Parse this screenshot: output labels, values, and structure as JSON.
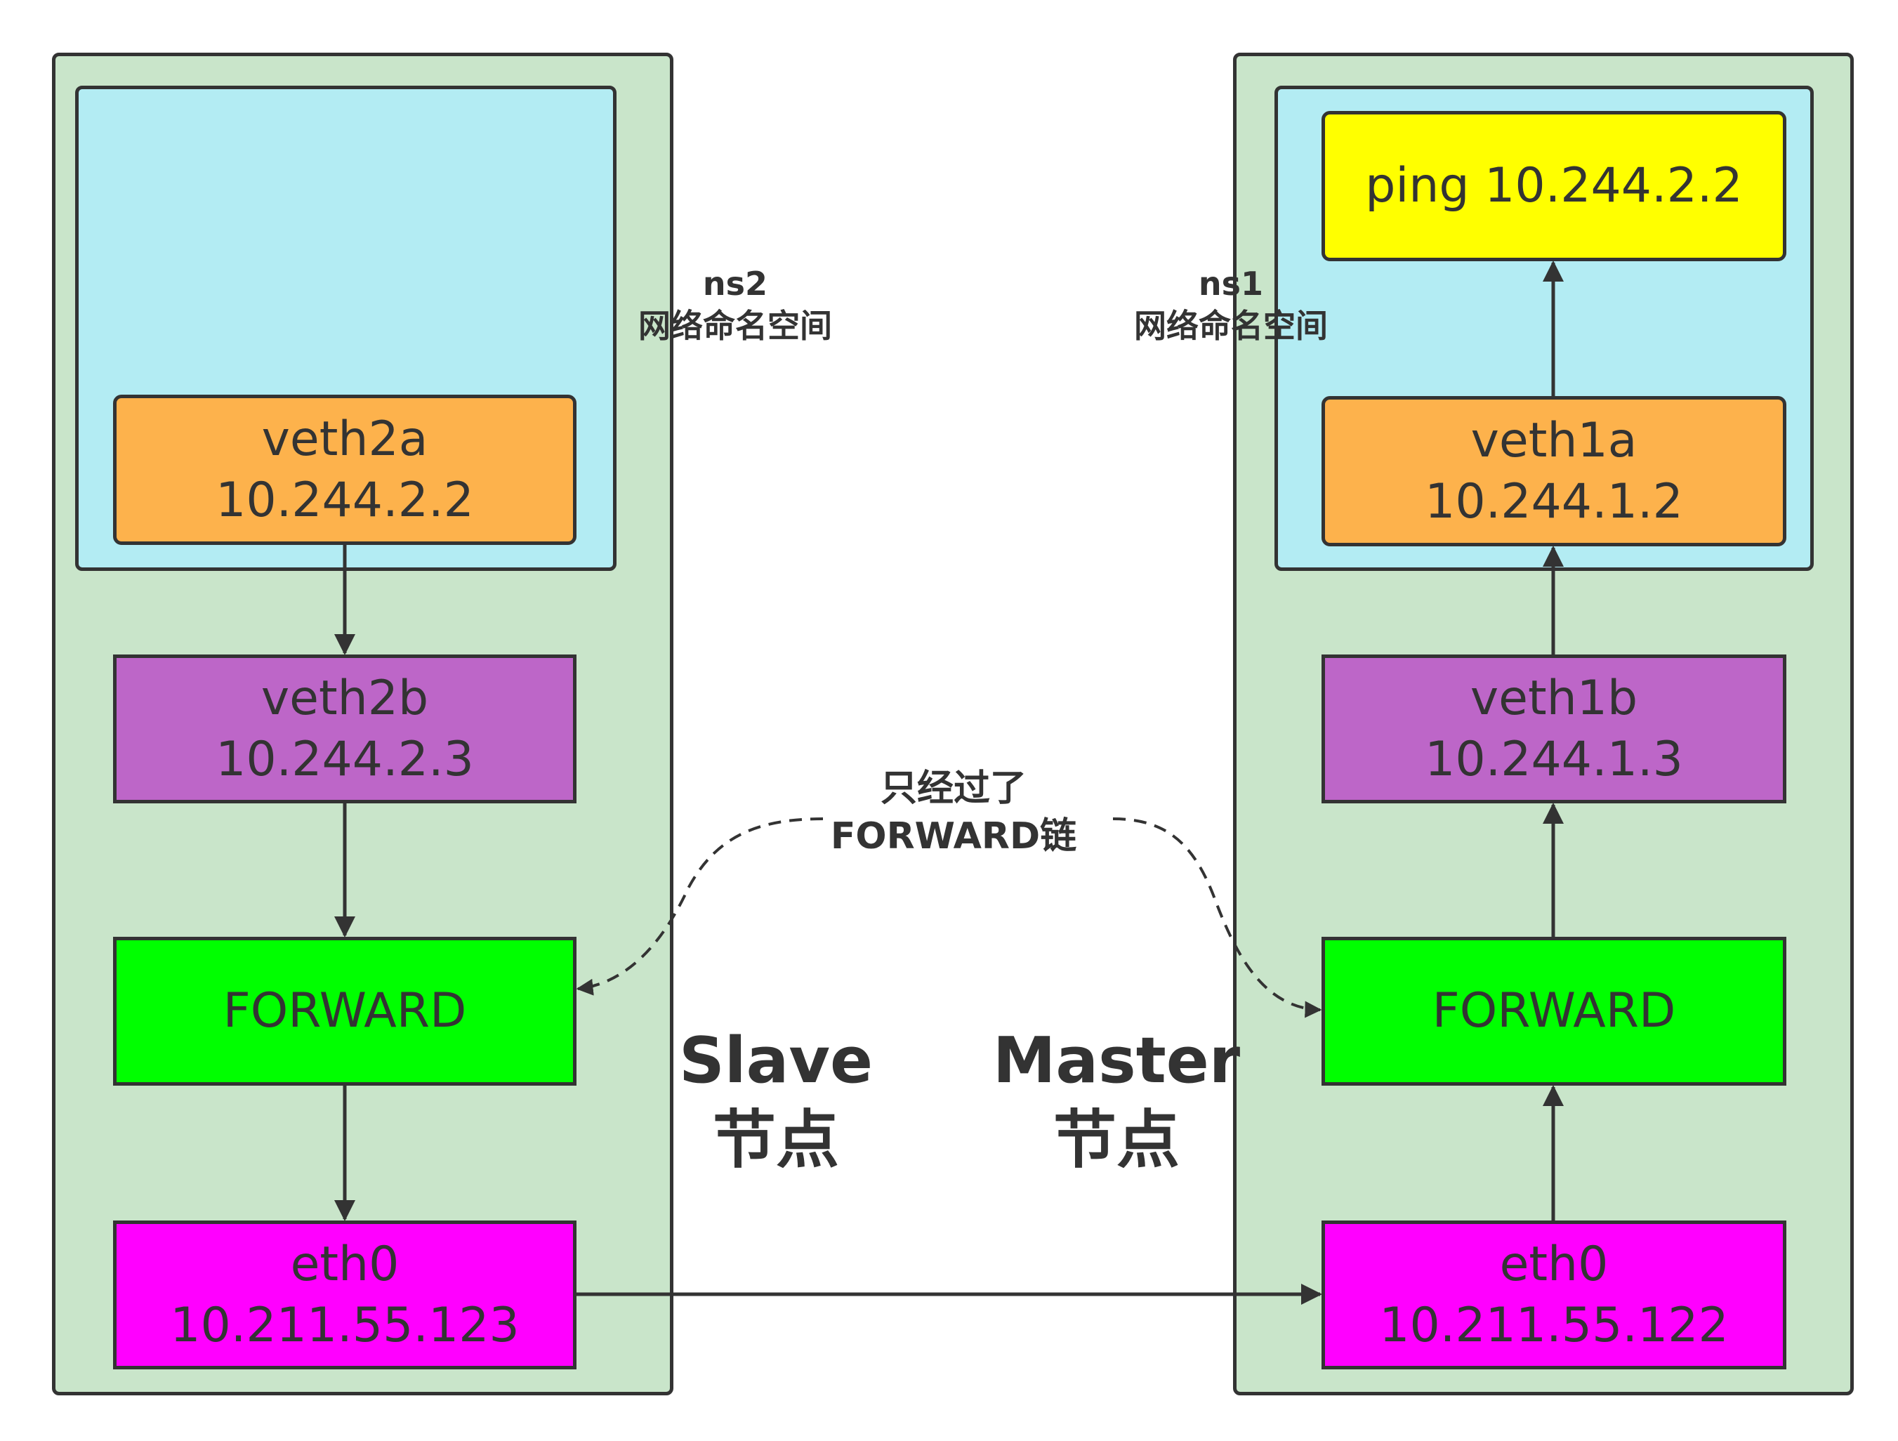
{
  "colors": {
    "node_panel": "#c9e5ca",
    "namespace_panel": "#b3ecf3",
    "veth_a": "#fdb24c",
    "veth_b": "#bd66c8",
    "forward": "#00ff00",
    "eth": "#ff00ff",
    "ping": "#ffff00",
    "stroke": "#333333"
  },
  "slave": {
    "node_title": "Slave",
    "node_subtitle": "节点",
    "namespace": {
      "name": "ns2",
      "caption": "网络命名空间"
    },
    "veth_a": {
      "name": "veth2a",
      "ip": "10.244.2.2"
    },
    "veth_b": {
      "name": "veth2b",
      "ip": "10.244.2.3"
    },
    "forward": {
      "label": "FORWARD"
    },
    "eth": {
      "name": "eth0",
      "ip": "10.211.55.123"
    }
  },
  "master": {
    "node_title": "Master",
    "node_subtitle": "节点",
    "namespace": {
      "name": "ns1",
      "caption": "网络命名空间"
    },
    "ping": {
      "label": "ping 10.244.2.2"
    },
    "veth_a": {
      "name": "veth1a",
      "ip": "10.244.1.2"
    },
    "veth_b": {
      "name": "veth1b",
      "ip": "10.244.1.3"
    },
    "forward": {
      "label": "FORWARD"
    },
    "eth": {
      "name": "eth0",
      "ip": "10.211.55.122"
    }
  },
  "annotation": {
    "line1": "只经过了",
    "line2": "FORWARD链"
  }
}
